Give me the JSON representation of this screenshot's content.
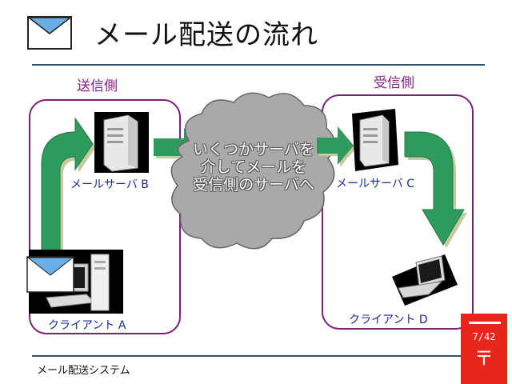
{
  "title": {
    "text": "メール配送の流れ",
    "icon": "envelope-icon"
  },
  "groups": {
    "sender": {
      "label": "送信側"
    },
    "receiver": {
      "label": "受信側"
    }
  },
  "nodes": {
    "server_b": {
      "label": "メールサーバ B",
      "icon": "server-tower-icon"
    },
    "server_c": {
      "label": "メールサーバ C",
      "icon": "server-tower-icon"
    },
    "client_a": {
      "label": "クライアント A",
      "icon": "desktop-pc-icon"
    },
    "client_d": {
      "label": "クライアント D",
      "icon": "laptop-icon"
    }
  },
  "cloud": {
    "lines": [
      "いくつかサーバを",
      "介してメールを",
      "受信側のサーバへ"
    ]
  },
  "footer": {
    "text": "メール配送システム"
  },
  "page": {
    "number": "7/42",
    "mark": "〒"
  },
  "colors": {
    "arrow": "#2e9a5e",
    "group_border": "#7a1f7a",
    "label_purple": "#8a1e8a",
    "node_blue": "#1a2a9a",
    "cloud_fill": "#a9a9a9",
    "envelope_flap": "#6aaee8",
    "badge_red": "#e8261c"
  }
}
